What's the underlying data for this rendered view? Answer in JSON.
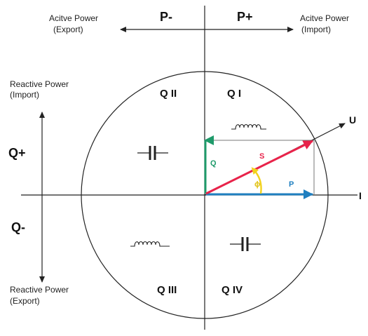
{
  "top": {
    "left_label_line1": "Acitve Power",
    "left_label_line2": "(Export)",
    "right_label_line1": "Acitve Power",
    "right_label_line2": "(Import)",
    "p_minus": "P-",
    "p_plus": "P+"
  },
  "side": {
    "top_label_line1": "Reactive Power",
    "top_label_line2": "(Import)",
    "bottom_label_line1": "Reactive Power",
    "bottom_label_line2": "(Export)",
    "q_plus": "Q+",
    "q_minus": "Q-"
  },
  "quadrants": {
    "q1": "Q I",
    "q2": "Q II",
    "q3": "Q III",
    "q4": "Q IV"
  },
  "vectors": {
    "u": "U",
    "i": "I",
    "s": "S",
    "q": "Q",
    "p": "P",
    "phi": "ϕ"
  },
  "colors": {
    "s_vector": "#e8234a",
    "q_vector": "#1e9a6a",
    "p_vector": "#1f7fc0",
    "angle_arc": "#f2d21c",
    "axis": "#222222"
  },
  "icons": {
    "inductor": "inductor-coil-icon",
    "capacitor": "capacitor-icon"
  }
}
